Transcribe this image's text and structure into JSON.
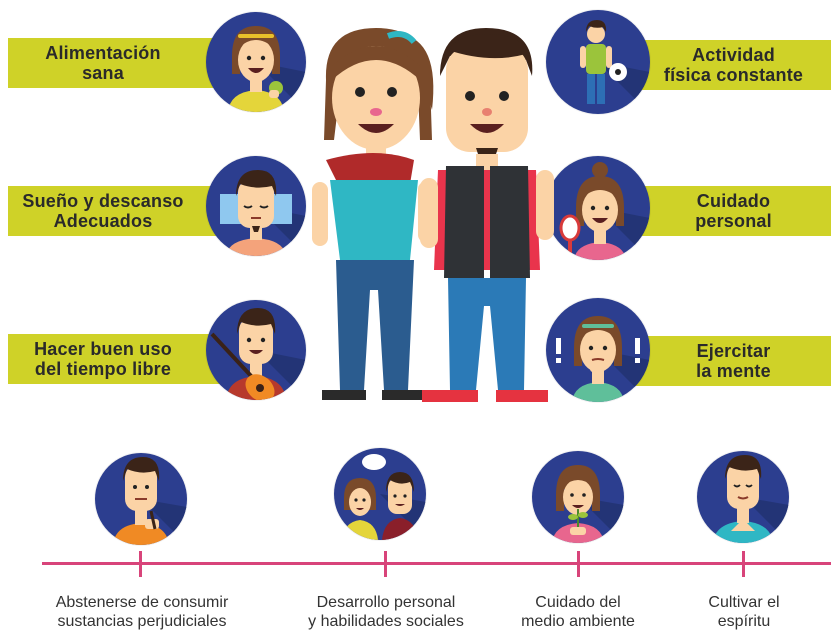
{
  "colors": {
    "banner": "#cfd228",
    "banner_text": "#2a2a2a",
    "circle_bg": "#2c3e8f",
    "timeline": "#d8447a",
    "skin": "#fbd3a6",
    "hair_brown": "#7a4a2a",
    "hair_dark": "#3b2418"
  },
  "left_items": [
    {
      "label": "Alimentación\nsana",
      "icon": "girl-eating-apple-icon"
    },
    {
      "label": "Sueño y descanso\nAdecuados",
      "icon": "boy-sleeping-icon"
    },
    {
      "label": "Hacer buen uso\ndel tiempo libre",
      "icon": "boy-guitar-icon"
    }
  ],
  "right_items": [
    {
      "label": "Actividad\nfísica constante",
      "icon": "boy-soccer-ball-icon"
    },
    {
      "label": "Cuidado\npersonal",
      "icon": "girl-mirror-icon"
    },
    {
      "label": "Ejercitar\nla mente",
      "icon": "girl-thinking-icon"
    }
  ],
  "center": {
    "icon": "couple-illustration"
  },
  "timeline": [
    {
      "label": "Abstenerse de consumir\nsustancias perjudiciales",
      "icon": "boy-refusing-icon"
    },
    {
      "label": "Desarrollo personal\ny habilidades sociales",
      "icon": "friends-talking-icon"
    },
    {
      "label": "Cuidado del\nmedio ambiente",
      "icon": "girl-plant-icon"
    },
    {
      "label": "Cultivar el\nespíritu",
      "icon": "boy-praying-icon"
    }
  ]
}
